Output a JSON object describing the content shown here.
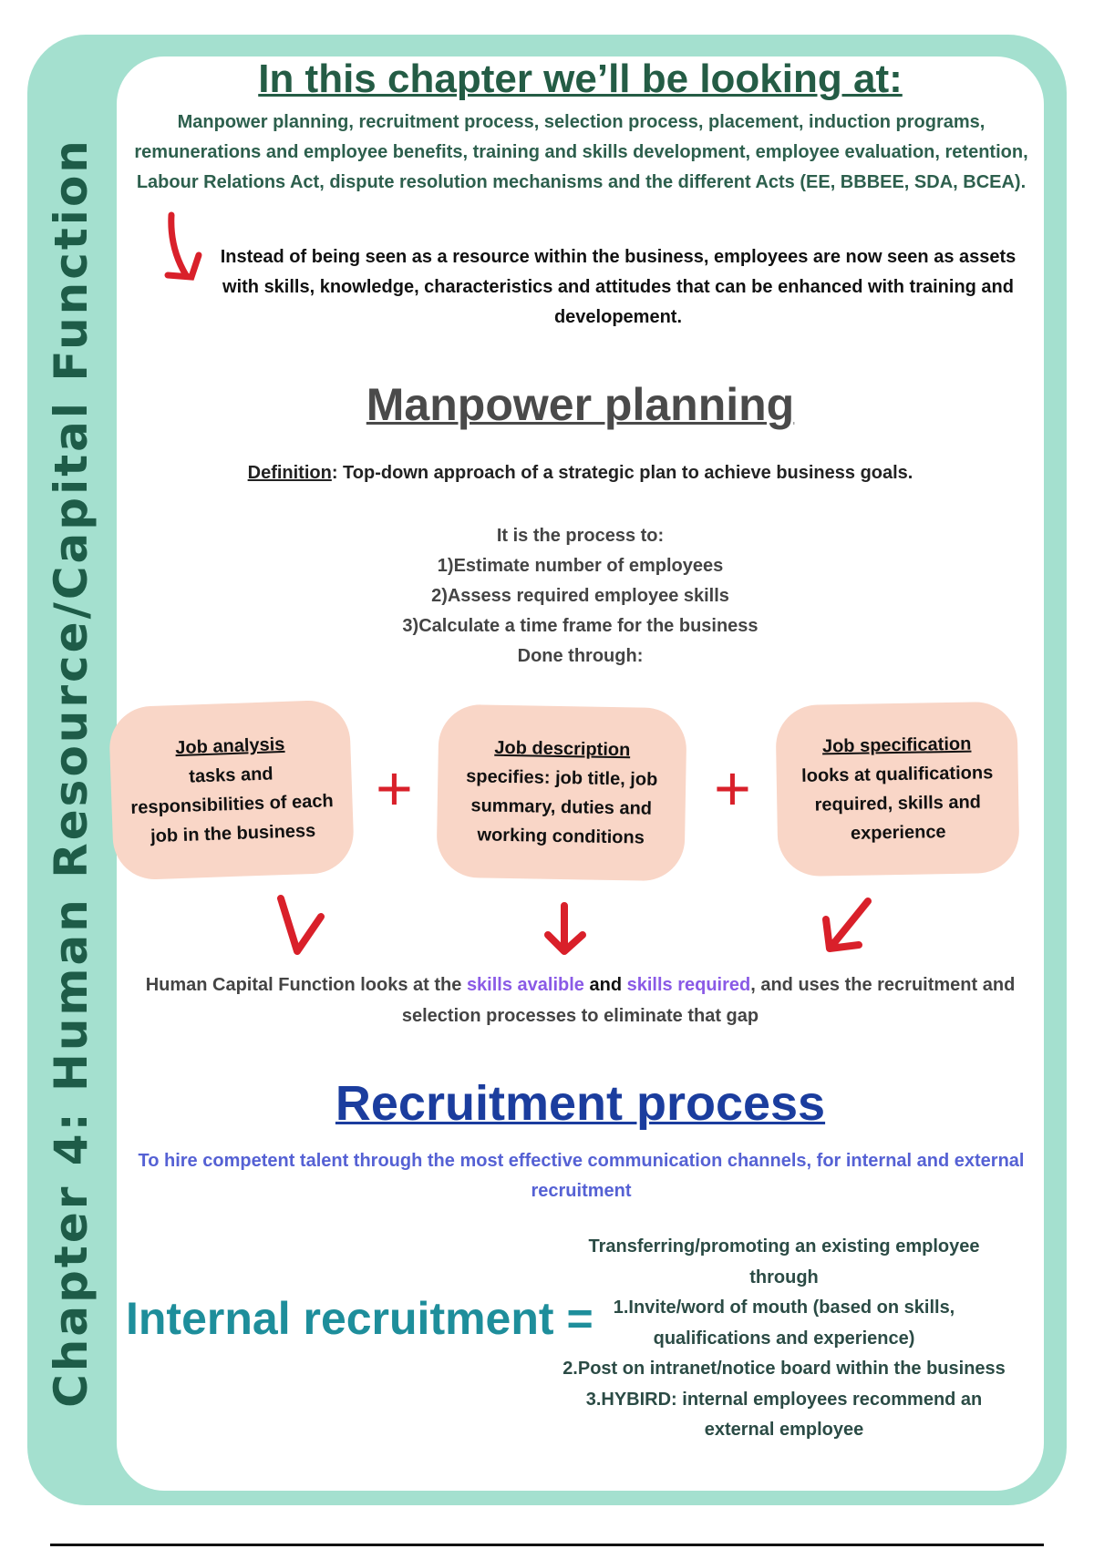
{
  "side_title": "Chapter 4: Human Resource/Capital Function",
  "intro": {
    "title": "In this chapter we’ll be looking at:",
    "topics": "Manpower planning, recruitment process, selection process, placement, induction programs, remunerations and employee benefits, training and skills development, employee evaluation, retention, Labour Relations Act, dispute resolution mechanisms and the different Acts (EE, BBBEE, SDA, BCEA).",
    "note": "Instead of being seen as a resource within the business, employees are now seen as assets with skills, knowledge, characteristics and attitudes that can be enhanced with training and developement."
  },
  "manpower": {
    "heading": "Manpower planning",
    "definition_label": "Definition",
    "definition_text": ": Top-down approach of a strategic plan to achieve business goals.",
    "process_intro": "It is the process to:",
    "steps": [
      "1)Estimate number of employees",
      "2)Assess required employee skills",
      "3)Calculate a time frame for the business"
    ],
    "done_through": "Done through:",
    "boxes": [
      {
        "title": "Job analysis",
        "text": "tasks and responsibilities of each job in the business"
      },
      {
        "title": "Job description",
        "text": "specifies: job title, job summary, duties and working conditions"
      },
      {
        "title": "Job specification",
        "text": "looks at qualifications required, skills and experience"
      }
    ],
    "plus": "+",
    "summary": {
      "part1": "Human Capital Function looks at the ",
      "highlight1": "skills avalible",
      "and": " and ",
      "highlight2": "skills required",
      "part2": ", and uses the recruitment and selection processes to eliminate that gap"
    }
  },
  "recruitment": {
    "heading": "Recruitment process",
    "description": "To hire competent talent through the most effective communication channels, for internal and external recruitment",
    "internal_label": "Internal recruitment =",
    "internal_lines": [
      "Transferring/promoting an existing employee through",
      "1.Invite/word of mouth (based on skills, qualifications and experience)",
      "2.Post on intranet/notice board within the business",
      "3.HYBIRD: internal employees recommend an external employee"
    ]
  },
  "colors": {
    "frame": "#a4e0cf",
    "box": "#f9d6c7",
    "arrow": "#d9202a",
    "highlight": "#8a5ae6"
  }
}
